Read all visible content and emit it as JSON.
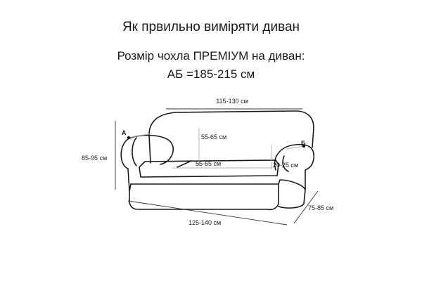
{
  "heading": {
    "title": "Як првильно виміряти диван",
    "subtitle": "Розмір чохла ПРЕМІУМ на диван:",
    "size_range": "АБ =185-215 см"
  },
  "dimensions": {
    "back_width": "115-130 см",
    "back_height": "55-65 см",
    "seat_width": "55-65 см",
    "total_height": "85-95 см",
    "armrest_height": "20-25 см",
    "total_length": "125-140 см",
    "depth": "75-85 см"
  },
  "points": {
    "a": "А",
    "b": "Б"
  },
  "colors": {
    "outline": "#1a1a1a",
    "guide": "#b0b0b0"
  }
}
